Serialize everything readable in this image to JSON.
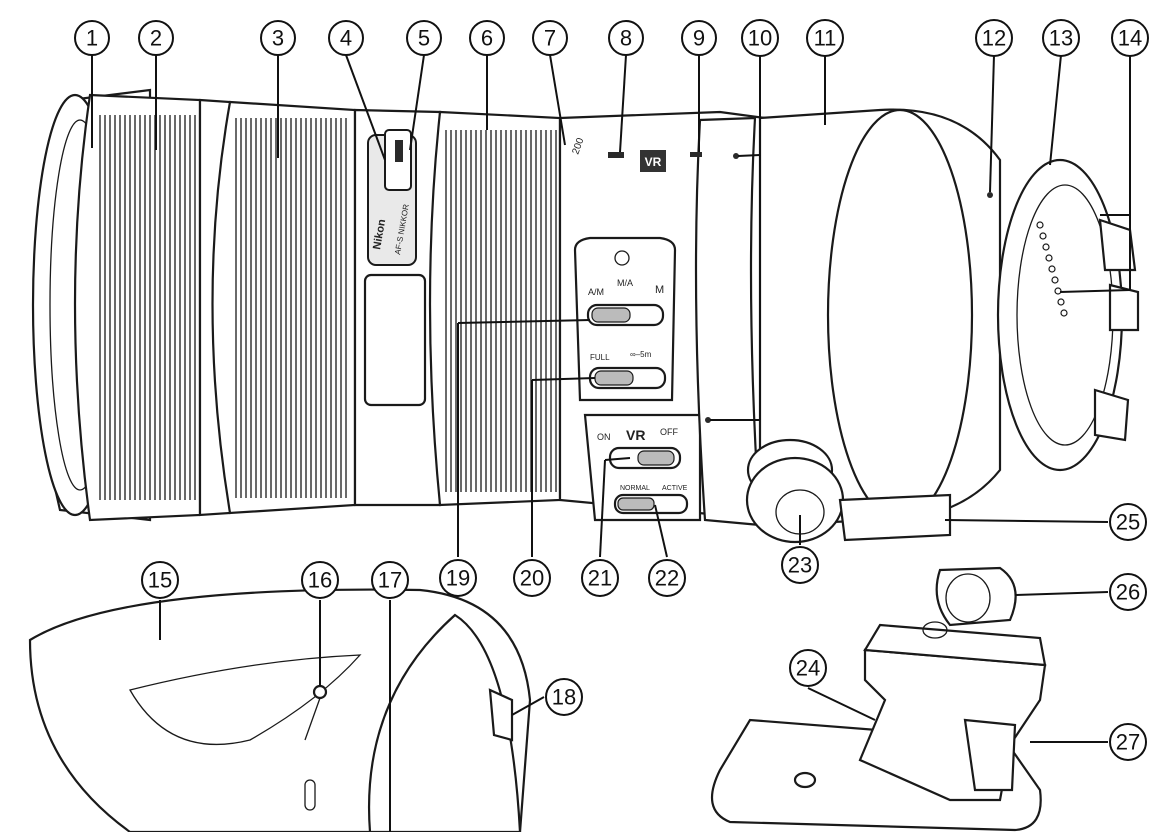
{
  "callouts": [
    {
      "id": "1",
      "label": "1"
    },
    {
      "id": "2",
      "label": "2"
    },
    {
      "id": "3",
      "label": "3"
    },
    {
      "id": "4",
      "label": "4"
    },
    {
      "id": "5",
      "label": "5"
    },
    {
      "id": "6",
      "label": "6"
    },
    {
      "id": "7",
      "label": "7"
    },
    {
      "id": "8",
      "label": "8"
    },
    {
      "id": "9",
      "label": "9"
    },
    {
      "id": "10",
      "label": "10"
    },
    {
      "id": "11",
      "label": "11"
    },
    {
      "id": "12",
      "label": "12"
    },
    {
      "id": "13",
      "label": "13"
    },
    {
      "id": "14",
      "label": "14"
    },
    {
      "id": "15",
      "label": "15"
    },
    {
      "id": "16",
      "label": "16"
    },
    {
      "id": "17",
      "label": "17"
    },
    {
      "id": "18",
      "label": "18"
    },
    {
      "id": "19",
      "label": "19"
    },
    {
      "id": "20",
      "label": "20"
    },
    {
      "id": "21",
      "label": "21"
    },
    {
      "id": "22",
      "label": "22"
    },
    {
      "id": "23",
      "label": "23"
    },
    {
      "id": "24",
      "label": "24"
    },
    {
      "id": "25",
      "label": "25"
    },
    {
      "id": "26",
      "label": "26"
    },
    {
      "id": "27",
      "label": "27"
    }
  ],
  "lens_markings": {
    "brand": "Nikon",
    "model": "AF-S NIKKOR",
    "vr_badge": "VR",
    "focal_mark": "200",
    "focus_mode": {
      "a_m": "A/M",
      "m_a": "M/A",
      "m": "M"
    },
    "focus_limit": {
      "full": "FULL",
      "range": "∞–5m"
    },
    "vr_switch": {
      "title": "VR",
      "on": "ON",
      "off": "OFF"
    },
    "vr_mode": {
      "normal": "NORMAL",
      "active": "ACTIVE"
    }
  }
}
